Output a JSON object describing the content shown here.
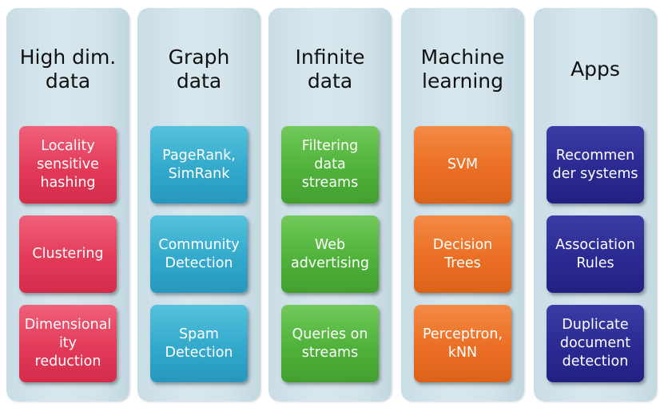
{
  "columns": [
    {
      "title": "High dim.\ndata",
      "items": [
        "Locality\nsensitive\nhashing",
        "Clustering",
        "Dimensional\nity\nreduction"
      ]
    },
    {
      "title": "Graph\ndata",
      "items": [
        "PageRank,\nSimRank",
        "Community\nDetection",
        "Spam\nDetection"
      ]
    },
    {
      "title": "Infinite\ndata",
      "items": [
        "Filtering\ndata\nstreams",
        "Web\nadvertising",
        "Queries on\nstreams"
      ]
    },
    {
      "title": "Machine\nlearning",
      "items": [
        "SVM",
        "Decision\nTrees",
        "Perceptron,\nkNN"
      ]
    },
    {
      "title": "Apps",
      "items": [
        "Recommen\nder systems",
        "Association\nRules",
        "Duplicate\ndocument\ndetection"
      ]
    }
  ],
  "colors": {
    "high_dim": "#e23a58",
    "graph": "#33a9cb",
    "infinite": "#4fb23a",
    "machine_learning": "#ea6f24",
    "apps": "#2a2a92",
    "column_background": "#d2e3ea"
  }
}
